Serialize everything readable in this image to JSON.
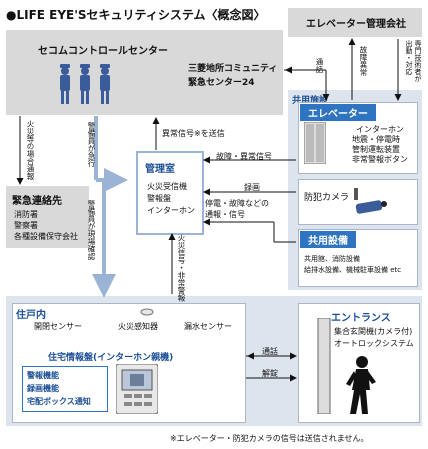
{
  "title": "●LIFE EYE'Sセキュリティシステム〈概念図〉",
  "secom_center": "セコムコントロールセンター",
  "mitsubishi_center": "三菱地所コミュニティ\n緊急センター24",
  "elevator_company": "エレベーター管理会社",
  "common_facilities_label": "共用施設",
  "elevator": {
    "title": "エレベーター",
    "items": [
      "インターホン",
      "地震・停電時",
      "管制運転装置",
      "非常警報ボタン"
    ]
  },
  "camera_label": "防犯カメラ",
  "common_equipment": {
    "title": "共用設備",
    "items": [
      "共用館、消防設備",
      "給排水設備、機械駐車設備 etc"
    ]
  },
  "management_room": {
    "title": "管理室",
    "items": [
      "火災受信機",
      "警報盤",
      "インターホン"
    ]
  },
  "emergency_contacts": {
    "title": "緊急連絡先",
    "items": [
      "消防署",
      "警察署",
      "各種設備保守会社"
    ]
  },
  "unit": {
    "label": "住戸内",
    "sensors": [
      "開閉センサー",
      "火災感知器",
      "漏水センサー"
    ],
    "panel_title": "住宅情報盤(インターホン親機)",
    "panel_features": [
      "警報機能",
      "録画機能",
      "宅配ボックス通知"
    ]
  },
  "entrance": {
    "title": "エントランス",
    "desc": [
      "集合玄関機(カメラ付)",
      "オートロックシステム"
    ]
  },
  "labels": {
    "fire_emergency_call": "火災等の場合通報",
    "guard_rush": "警備員が急行",
    "guard_confirm": "警備員が現場確認",
    "abnormal_signal": "異常信号※を送信",
    "failure_signal": "故障・異常信号",
    "recording": "録画",
    "power_failure": "停電・故障などの\n通報・信号",
    "fire_signal": "火災信号・非常警報",
    "comm": "通話",
    "failure_abnormal": "故障異常",
    "specialist": "専門技術者が\n出動・対応",
    "talk": "通話",
    "unlock": "解錠"
  },
  "footnote": "※エレベーター・防犯カメラの信号は送信されません。"
}
